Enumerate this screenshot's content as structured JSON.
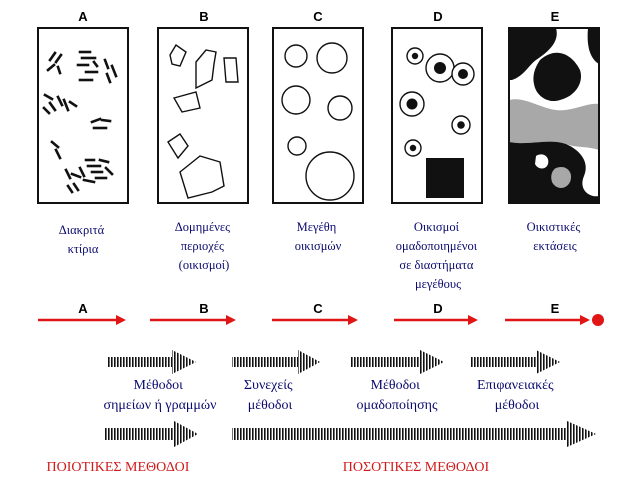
{
  "panels": [
    {
      "letter": "A",
      "caption": [
        "Διακριτά",
        "κτίρια"
      ]
    },
    {
      "letter": "B",
      "caption": [
        "Δομημένες",
        "περιοχές",
        "(οικισμοί)"
      ]
    },
    {
      "letter": "C",
      "caption": [
        "Μεγέθη",
        "οικισμών"
      ]
    },
    {
      "letter": "D",
      "caption": [
        "Οικισμοί",
        "ομαδοποιημένοι",
        "σε διαστήματα",
        "μεγέθους"
      ]
    },
    {
      "letter": "E",
      "caption": [
        "Οικιστικές",
        "εκτάσεις"
      ]
    }
  ],
  "scale_letters": [
    "A",
    "B",
    "C",
    "D",
    "E"
  ],
  "methods": [
    {
      "lines": [
        "Μέθοδοι",
        "σημείων ή γραμμών"
      ]
    },
    {
      "lines": [
        "Συνεχείς",
        "μέθοδοι"
      ]
    },
    {
      "lines": [
        "Μέθοδοι",
        "ομαδοποίησης"
      ]
    },
    {
      "lines": [
        "Επιφανειακές",
        "μέθοδοι"
      ]
    }
  ],
  "categories": {
    "qualitative": "ΠΟΙΟΤΙΚΕΣ ΜΕΘΟΔΟΙ",
    "quantitative": "ΠΟΣΟΤΙΚΕΣ ΜΕΘΟΔΟΙ"
  },
  "colors": {
    "arrow_red": "#e01616",
    "caption_blue": "#0a0a6e",
    "category_red": "#d11a1a",
    "panel_gray": "#a8a8a8"
  }
}
